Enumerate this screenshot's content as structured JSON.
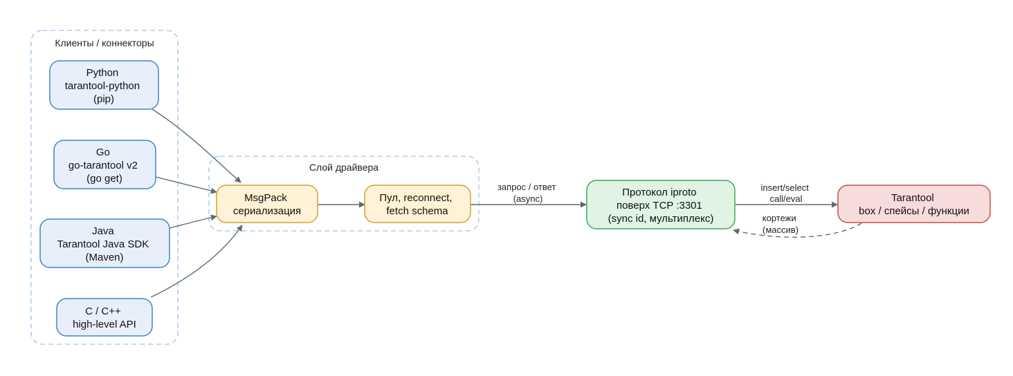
{
  "clusters": {
    "clients": {
      "label": "Клиенты / коннекторы"
    },
    "driver": {
      "label": "Слой драйвера"
    }
  },
  "nodes": {
    "python": {
      "lines": [
        "Python",
        "tarantool-python",
        "(pip)"
      ]
    },
    "go": {
      "lines": [
        "Go",
        "go-tarantool v2",
        "(go get)"
      ]
    },
    "java": {
      "lines": [
        "Java",
        "Tarantool Java SDK",
        "(Maven)"
      ]
    },
    "cpp": {
      "lines": [
        "C / C++",
        "high-level API"
      ]
    },
    "msgpack": {
      "lines": [
        "MsgPack",
        "сериализация"
      ]
    },
    "pool": {
      "lines": [
        "Пул, reconnect,",
        "fetch schema"
      ]
    },
    "iproto": {
      "lines": [
        "Протокол iproto",
        "поверх TCP :3301",
        "(sync id, мультиплекс)"
      ]
    },
    "tarantool": {
      "lines": [
        "Tarantool",
        "box / спейсы / функции"
      ]
    }
  },
  "edges": {
    "pool_iproto": {
      "lines": [
        "запрос / ответ",
        "(async)"
      ]
    },
    "iproto_tarantool": {
      "lines": [
        "insert/select",
        "call/eval"
      ]
    },
    "tarantool_iproto": {
      "lines": [
        "кортежи",
        "(массив)"
      ]
    }
  },
  "colors": {
    "client_fill": "#e8effb",
    "client_stroke": "#3d85c6",
    "driver_fill": "#fff2d6",
    "driver_stroke": "#d4a036",
    "iproto_fill": "#dff4e3",
    "iproto_stroke": "#3fa85b",
    "tarantool_fill": "#f8dcdc",
    "tarantool_stroke": "#c0504d",
    "cluster_stroke": "#9cc3e6",
    "edge": "#5c6b7a"
  }
}
